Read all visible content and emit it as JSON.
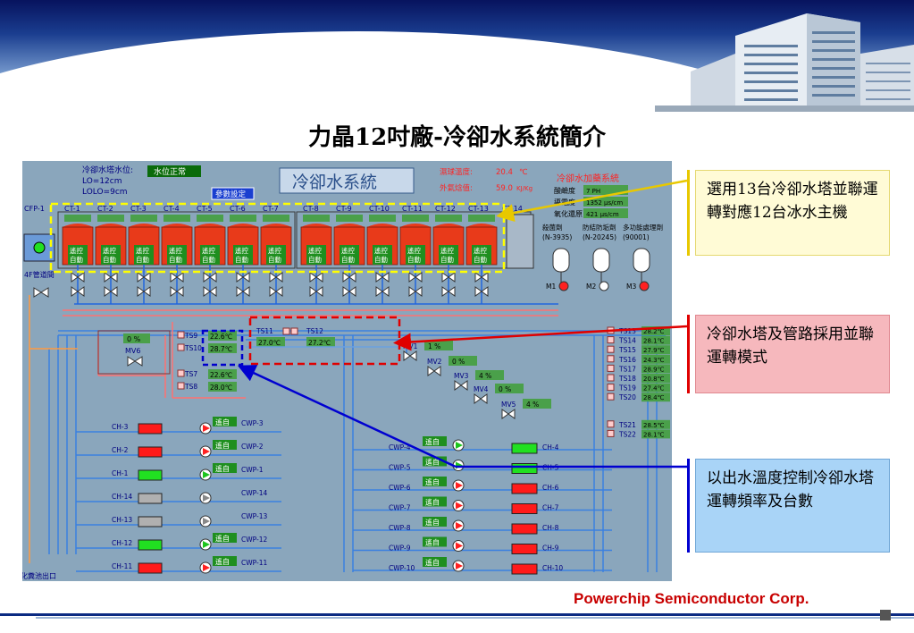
{
  "slide": {
    "title": "力晶12吋廠-冷卻水系統簡介",
    "company": "Powerchip Semiconductor Corp."
  },
  "callouts": [
    {
      "text": "選用13台冷卻水塔並聯運轉對應12台冰水主機",
      "bar_color": "#e8c800",
      "bg": "#fffbd6"
    },
    {
      "text": "冷卻水塔及管路採用並聯運轉模式",
      "bar_color": "#e00000",
      "bg": "#f6b8bd"
    },
    {
      "text": "以出水溫度控制冷卻水塔運轉頻率及台數",
      "bar_color": "#0000d0",
      "bg": "#a9d4f7"
    }
  ],
  "scada": {
    "main_title": "冷卻水系統",
    "level_label": "冷卻水塔水位:",
    "level_status": "水位正常",
    "lo": "LO=12cm",
    "lolo": "LOLO=9cm",
    "param_button": "參數設定",
    "wet_bulb_label": "濕球溫度:",
    "wet_bulb_value": "20.4",
    "wet_bulb_unit": "℃",
    "enthalpy_label": "外氣焓值:",
    "enthalpy_value": "59.0",
    "enthalpy_unit": "KJ/Kg",
    "dosing_title": "冷卻水加藥系統",
    "dosing_items": [
      {
        "label": "酸鹼度",
        "value": "7 PH"
      },
      {
        "label": "導電度",
        "value": "1352 μs/cm"
      },
      {
        "label": "氧化還原",
        "value": "421 μs/cm"
      }
    ],
    "chem_headers": [
      "殺菌劑 (N-3935)",
      "防結防垢劑 (N-20245)",
      "多功能處理劑 (90001)"
    ],
    "chem_pumps": [
      "M1",
      "M2",
      "M3"
    ],
    "cfp": "CFP-1",
    "pipe_4f": "4F管道間",
    "outlet": "化糞池出口",
    "towers": [
      {
        "name": "CT-1",
        "mode": "遙控 自動"
      },
      {
        "name": "CT-2",
        "mode": "遙控 自動"
      },
      {
        "name": "CT-3",
        "mode": "遙控 自動"
      },
      {
        "name": "CT-4",
        "mode": "遙控 自動"
      },
      {
        "name": "CT-5",
        "mode": "遙控 自動"
      },
      {
        "name": "CT-6",
        "mode": "遙控 自動"
      },
      {
        "name": "CT-7",
        "mode": "遙控 自動"
      },
      {
        "name": "CT-8",
        "mode": "遙控 自動"
      },
      {
        "name": "CT-9",
        "mode": "遙控 自動"
      },
      {
        "name": "CT-10",
        "mode": "遙控 自動"
      },
      {
        "name": "CT-11",
        "mode": "遙控 自動"
      },
      {
        "name": "CT-12",
        "mode": "遙控 自動"
      },
      {
        "name": "CT-13",
        "mode": "遙控 自動"
      }
    ],
    "ct14": "CT-14",
    "ts_mid": [
      {
        "name": "TS9",
        "value": "22.6℃"
      },
      {
        "name": "TS10",
        "value": "28.7℃"
      },
      {
        "name": "TS7",
        "value": "22.6℃"
      },
      {
        "name": "TS8",
        "value": "28.0℃"
      },
      {
        "name": "TS11",
        "value": "27.0℃"
      },
      {
        "name": "TS12",
        "value": "27.2℃"
      }
    ],
    "mv6": "MV6",
    "mv6_value": "0 %",
    "valves": [
      {
        "name": "MV1",
        "value": "1 %"
      },
      {
        "name": "MV2",
        "value": "0 %"
      },
      {
        "name": "MV3",
        "value": "4 %"
      },
      {
        "name": "MV4",
        "value": "0 %"
      },
      {
        "name": "MV5",
        "value": "4 %"
      }
    ],
    "ts_right": [
      {
        "name": "TS13",
        "value": "28.2℃"
      },
      {
        "name": "TS14",
        "value": "28.1℃"
      },
      {
        "name": "TS15",
        "value": "27.9℃"
      },
      {
        "name": "TS16",
        "value": "24.3℃"
      },
      {
        "name": "TS17",
        "value": "28.9℃"
      },
      {
        "name": "TS18",
        "value": "20.8℃"
      },
      {
        "name": "TS19",
        "value": "27.4℃"
      },
      {
        "name": "TS20",
        "value": "28.4℃"
      },
      {
        "name": "TS21",
        "value": "28.5℃"
      },
      {
        "name": "TS22",
        "value": "28.1℃"
      }
    ],
    "left_chillers": [
      {
        "ch": "CH-3",
        "cwp": "CWP-3",
        "state": "red",
        "mode": "遙自"
      },
      {
        "ch": "CH-2",
        "cwp": "CWP-2",
        "state": "red",
        "mode": "遙自"
      },
      {
        "ch": "CH-1",
        "cwp": "CWP-1",
        "state": "green",
        "mode": "遙自"
      },
      {
        "ch": "CH-14",
        "cwp": "CWP-14",
        "state": "gray",
        "mode": ""
      },
      {
        "ch": "CH-13",
        "cwp": "CWP-13",
        "state": "gray",
        "mode": ""
      },
      {
        "ch": "CH-12",
        "cwp": "CWP-12",
        "state": "green",
        "mode": "遙自"
      },
      {
        "ch": "CH-11",
        "cwp": "CWP-11",
        "state": "red",
        "mode": "遙自"
      }
    ],
    "right_chillers": [
      {
        "ch": "CH-4",
        "cwp": "CWP-4",
        "state": "green",
        "mode": "遙自"
      },
      {
        "ch": "CH-5",
        "cwp": "CWP-5",
        "state": "green",
        "mode": "遙自"
      },
      {
        "ch": "CH-6",
        "cwp": "CWP-6",
        "state": "red",
        "mode": "遙自"
      },
      {
        "ch": "CH-7",
        "cwp": "CWP-7",
        "state": "red",
        "mode": "遙自"
      },
      {
        "ch": "CH-8",
        "cwp": "CWP-8",
        "state": "red",
        "mode": "遙自"
      },
      {
        "ch": "CH-9",
        "cwp": "CWP-9",
        "state": "red",
        "mode": "遙自"
      },
      {
        "ch": "CH-10",
        "cwp": "CWP-10",
        "state": "red",
        "mode": "遙自"
      }
    ],
    "colors": {
      "tower_red": "#e83a1a",
      "run_green": "#21e021",
      "stop_red": "#ff1a1a",
      "idle_gray": "#b0b0b0",
      "display_green": "#4aa04a",
      "pipe_blue": "#1a5fd6",
      "pipe_red": "#ff6060",
      "highlight_yellow": "#ffff00"
    }
  }
}
